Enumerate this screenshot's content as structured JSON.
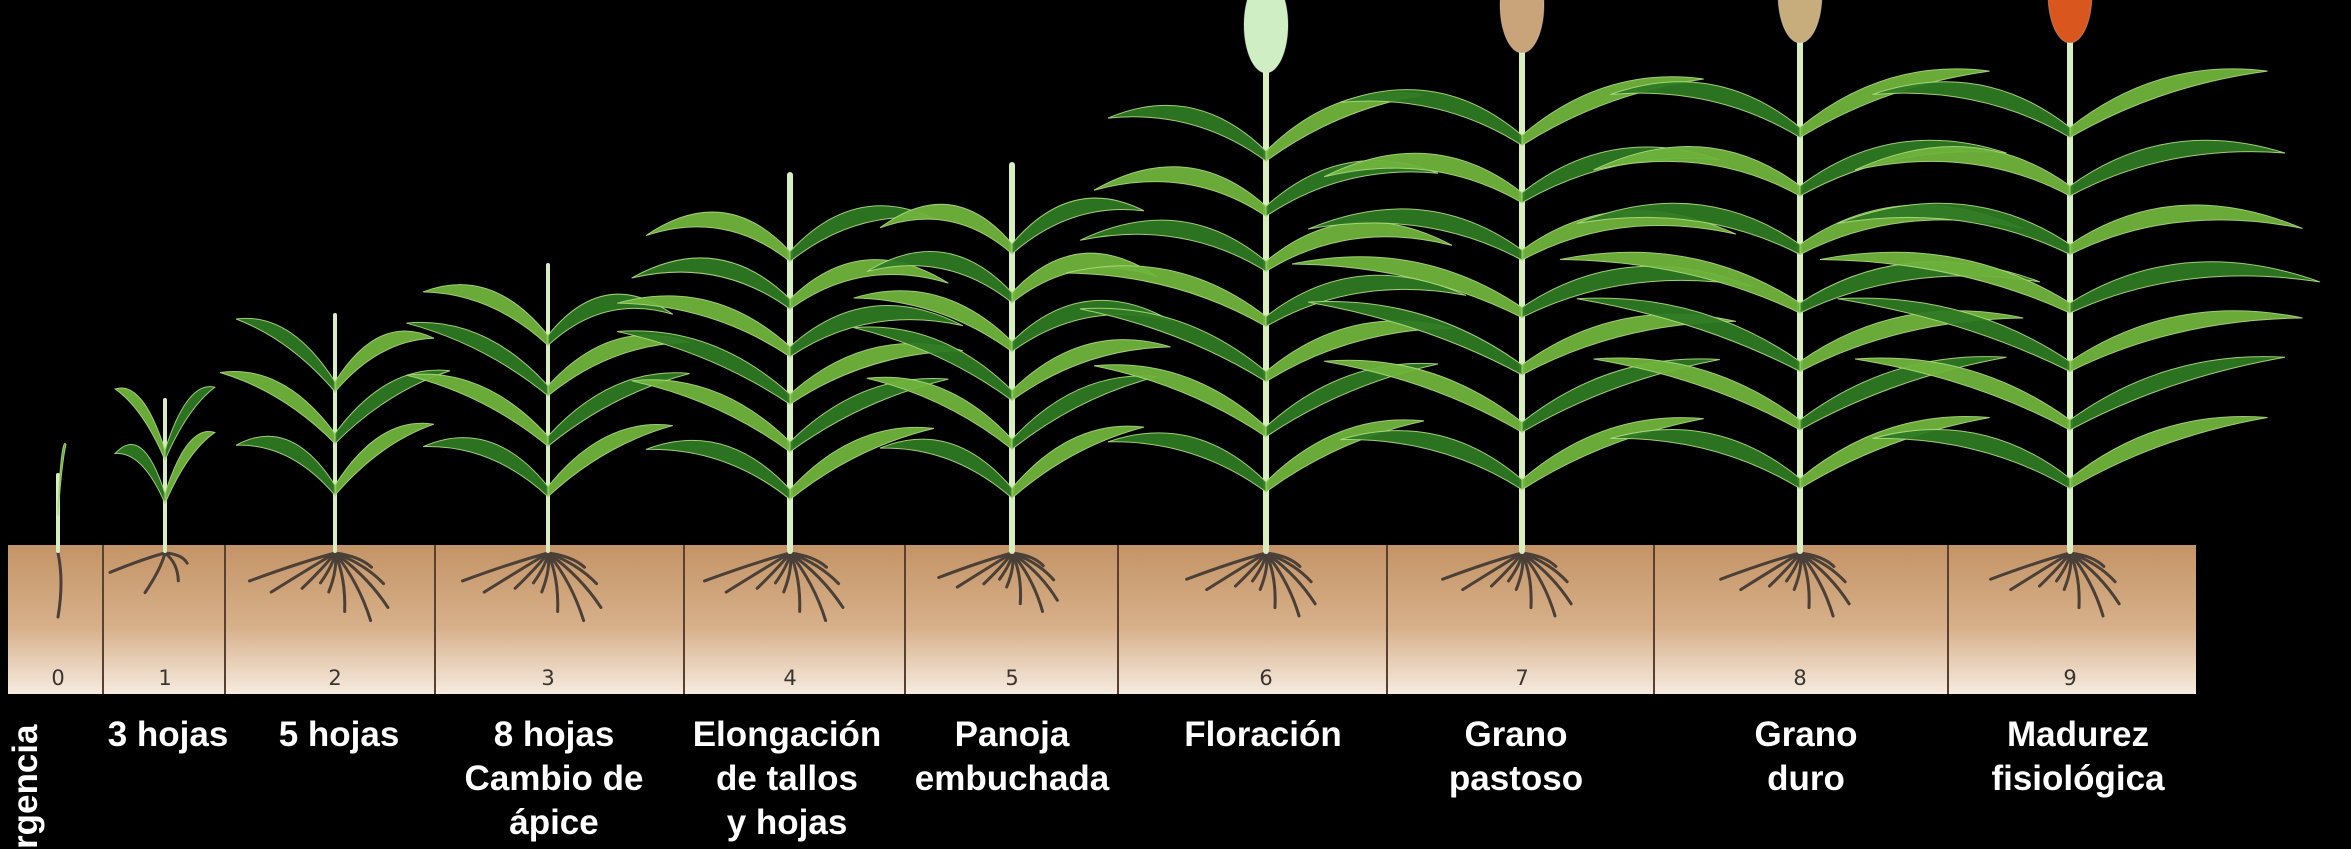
{
  "stages": [
    {
      "number": "0",
      "label_lines": [
        "rgencia"
      ]
    },
    {
      "number": "1",
      "label_lines": [
        "3 hojas"
      ]
    },
    {
      "number": "2",
      "label_lines": [
        "5 hojas"
      ]
    },
    {
      "number": "3",
      "label_lines": [
        "8 hojas",
        "Cambio de",
        "ápice"
      ]
    },
    {
      "number": "4",
      "label_lines": [
        "Elongación",
        "de tallos",
        "y hojas"
      ]
    },
    {
      "number": "5",
      "label_lines": [
        "Panoja",
        "embuchada"
      ]
    },
    {
      "number": "6",
      "label_lines": [
        "Floración"
      ]
    },
    {
      "number": "7",
      "label_lines": [
        "Grano",
        "pastoso"
      ]
    },
    {
      "number": "8",
      "label_lines": [
        "Grano",
        "duro"
      ]
    },
    {
      "number": "9",
      "label_lines": [
        "Madurez",
        "fisiológica"
      ]
    }
  ],
  "colors": {
    "background": "#000000",
    "soil_top": "#c49466",
    "soil_bottom": "#f6ebe0",
    "leaf": "#6fb43c",
    "leaf_dark": "#2f7a23",
    "root": "#4a4038",
    "panicle_flowering": "#cfeec4",
    "panicle_pasty": "#c9a37a",
    "panicle_hard": "#c7ad7c",
    "panicle_mature": "#d9571f"
  }
}
